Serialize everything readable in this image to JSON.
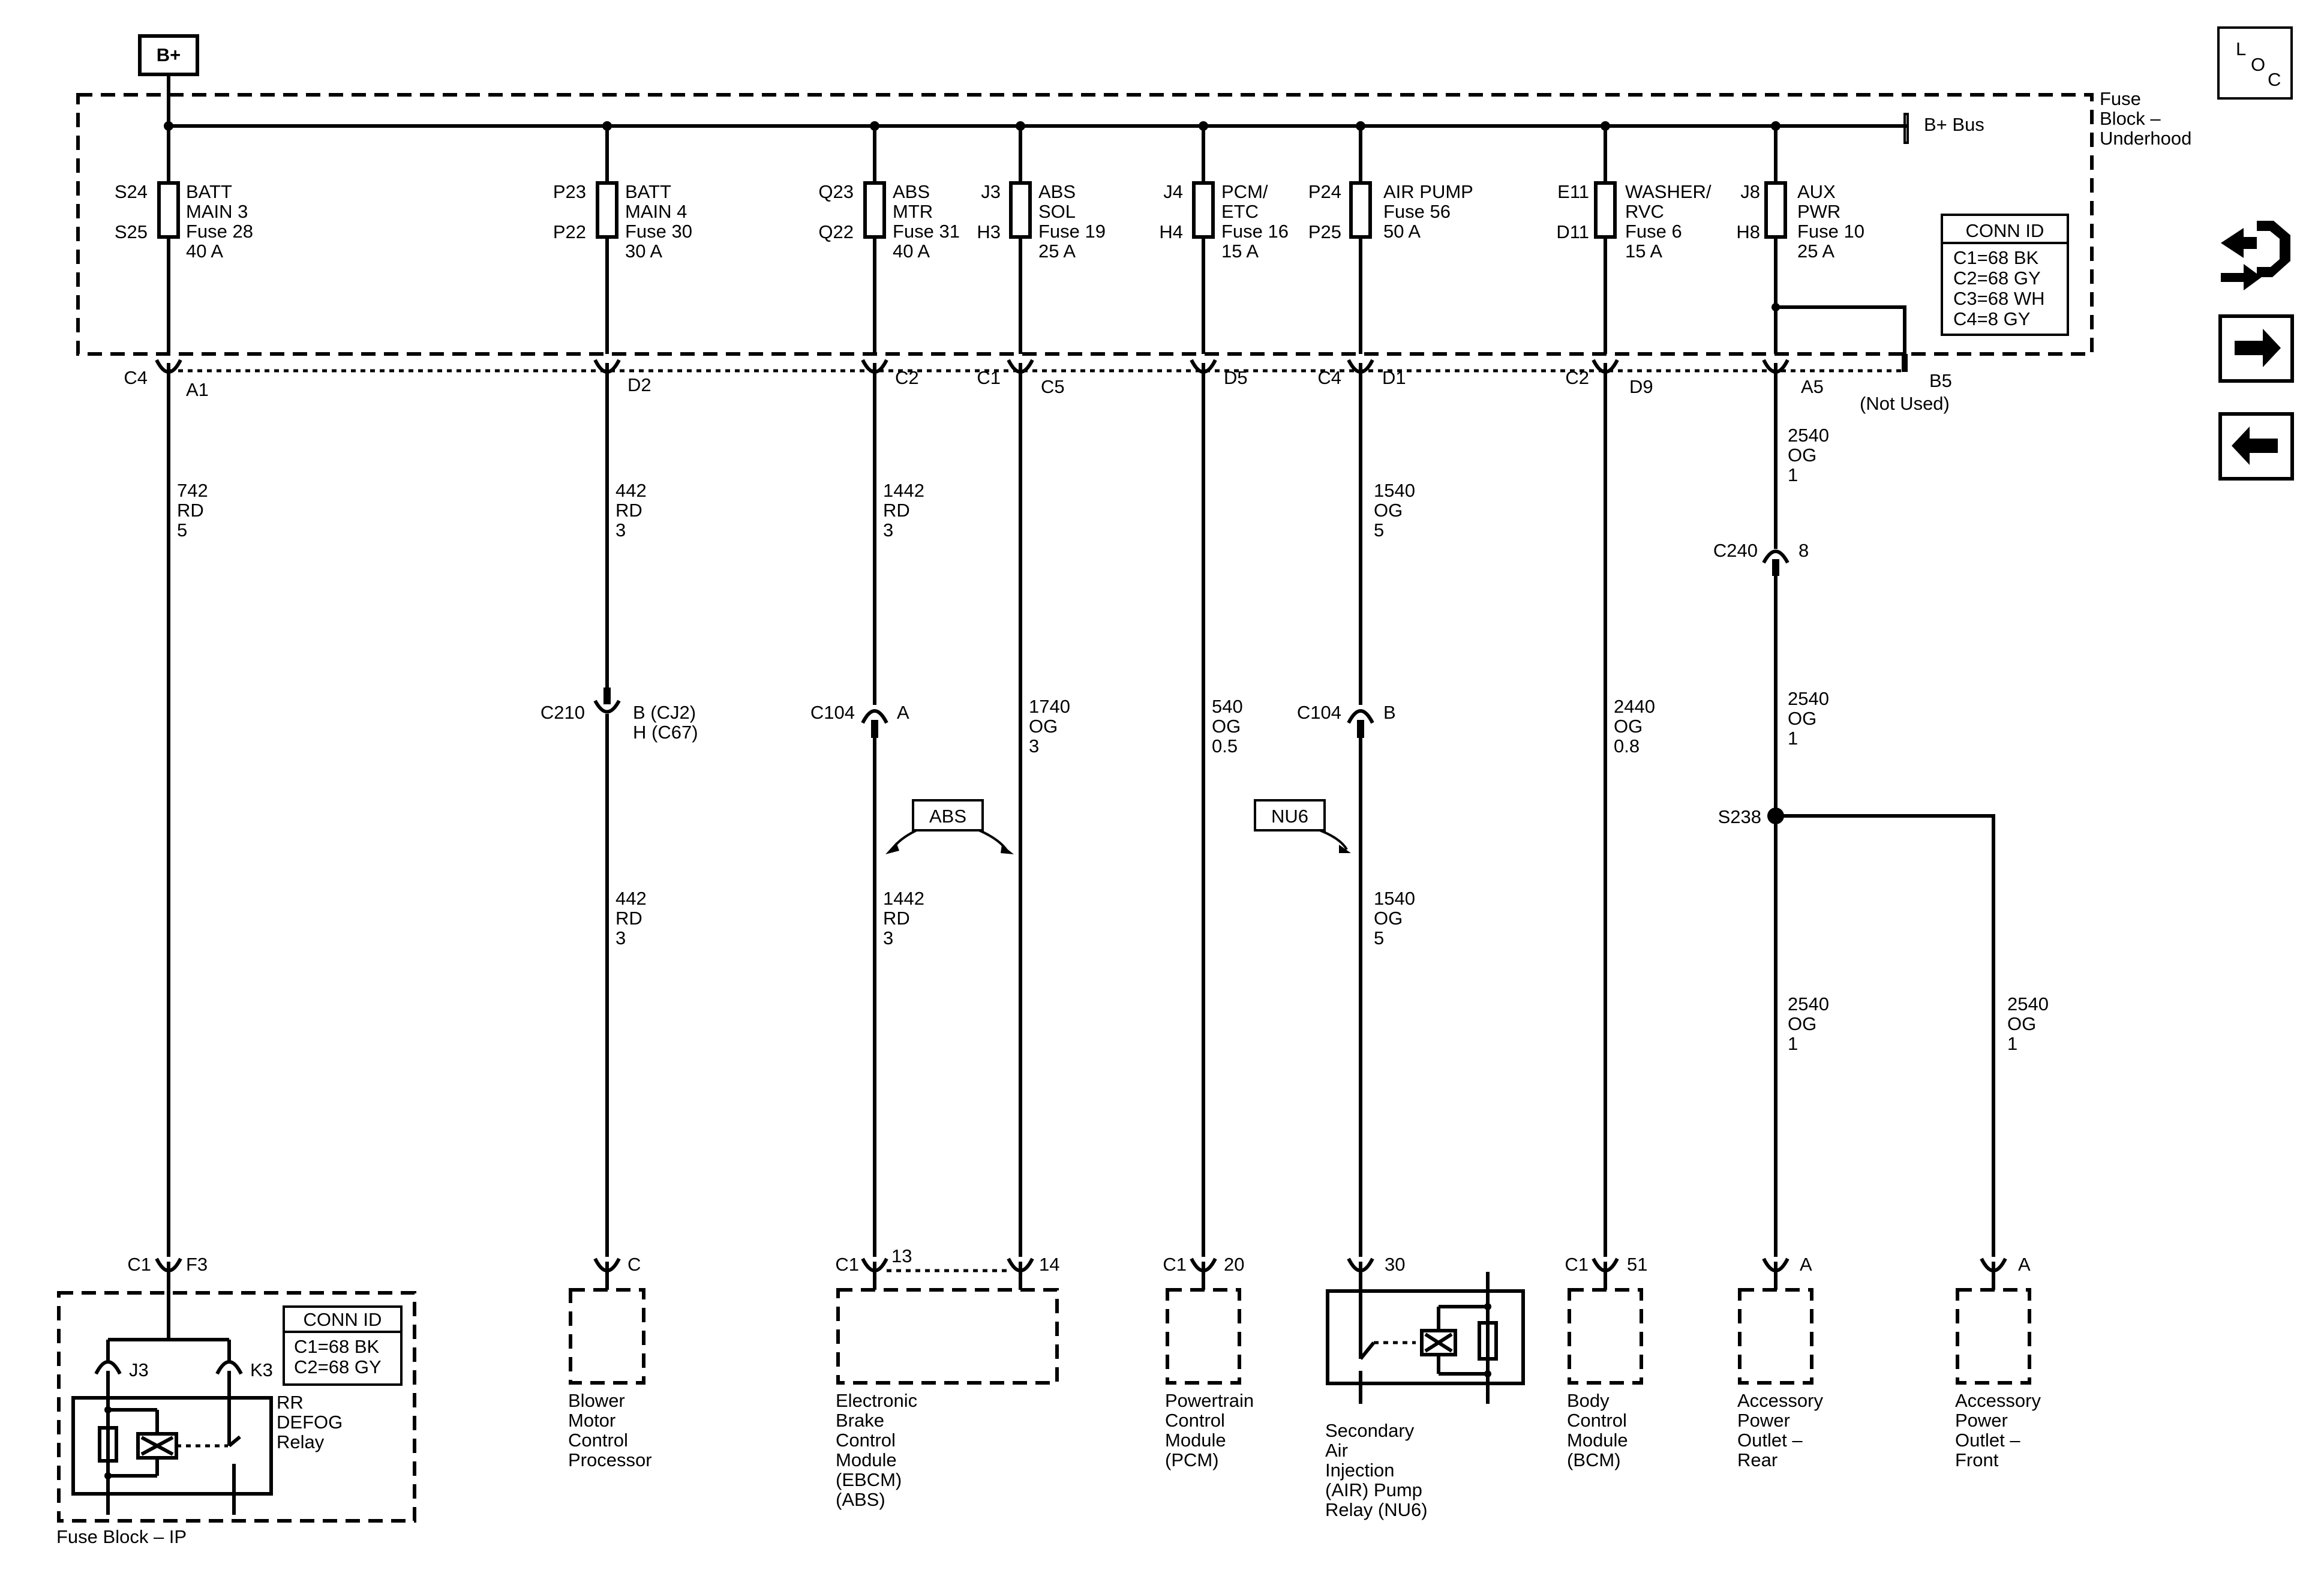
{
  "header": {
    "bplus": "B+"
  },
  "nav": {
    "loc_l": "L",
    "loc_o": "O",
    "loc_c": "C"
  },
  "fuse_block": {
    "line1": "Fuse",
    "line2": "Block –",
    "line3": "Underhood",
    "bus_label": "B+ Bus",
    "conn_id": {
      "title": "CONN ID",
      "rows": [
        "C1=68 BK",
        "C2=68 GY",
        "C3=68 WH",
        "C4=8 GY"
      ]
    }
  },
  "fuses": [
    {
      "pin_top": "S24",
      "pin_bot": "S25",
      "l1": "BATT",
      "l2": "MAIN 3",
      "l3": "Fuse 28",
      "l4": "40 A",
      "conn": "C4",
      "pin": "A1"
    },
    {
      "pin_top": "P23",
      "pin_bot": "P22",
      "l1": "BATT",
      "l2": "MAIN 4",
      "l3": "Fuse 30",
      "l4": "30 A",
      "conn": "",
      "pin": "D2"
    },
    {
      "pin_top": "Q23",
      "pin_bot": "Q22",
      "l1": "ABS",
      "l2": "MTR",
      "l3": "Fuse 31",
      "l4": "40 A",
      "conn": "",
      "pin": "C2"
    },
    {
      "pin_top": "J3",
      "pin_bot": "H3",
      "l1": "ABS",
      "l2": "SOL",
      "l3": "Fuse 19",
      "l4": "25 A",
      "conn": "C1",
      "pin": "C5"
    },
    {
      "pin_top": "J4",
      "pin_bot": "H4",
      "l1": "PCM/",
      "l2": "ETC",
      "l3": "Fuse 16",
      "l4": "15 A",
      "conn": "",
      "pin": "D5"
    },
    {
      "pin_top": "P24",
      "pin_bot": "P25",
      "l1": "AIR PUMP",
      "l2": "Fuse 56",
      "l3": "50 A",
      "l4": "",
      "conn": "C4",
      "pin": "D1"
    },
    {
      "pin_top": "E11",
      "pin_bot": "D11",
      "l1": "WASHER/",
      "l2": "RVC",
      "l3": "Fuse 6",
      "l4": "15 A",
      "conn": "C2",
      "pin": "D9"
    },
    {
      "pin_top": "J8",
      "pin_bot": "H8",
      "l1": "AUX",
      "l2": "PWR",
      "l3": "Fuse 10",
      "l4": "25 A",
      "conn": "",
      "pin": "A5"
    }
  ],
  "b5": {
    "pin": "B5",
    "note": "(Not Used)"
  },
  "wires": {
    "w742": [
      "742",
      "RD",
      "5"
    ],
    "w442a": [
      "442",
      "RD",
      "3"
    ],
    "w442b": [
      "442",
      "RD",
      "3"
    ],
    "w1442a": [
      "1442",
      "RD",
      "3"
    ],
    "w1442b": [
      "1442",
      "RD",
      "3"
    ],
    "w1740": [
      "1740",
      "OG",
      "3"
    ],
    "w540": [
      "540",
      "OG",
      "0.5"
    ],
    "w1540a": [
      "1540",
      "OG",
      "5"
    ],
    "w1540b": [
      "1540",
      "OG",
      "5"
    ],
    "w2440": [
      "2440",
      "OG",
      "0.8"
    ],
    "w2540a": [
      "2540",
      "OG",
      "1"
    ],
    "w2540b": [
      "2540",
      "OG",
      "1"
    ],
    "w2540c": [
      "2540",
      "OG",
      "1"
    ],
    "w2540d": [
      "2540",
      "OG",
      "1"
    ]
  },
  "inline": {
    "c210": "C210",
    "c210_pin1": "B (CJ2)",
    "c210_pin2": "H (C67)",
    "c104a": "C104",
    "c104a_pin": "A",
    "c104b": "C104",
    "c104b_pin": "B",
    "c240": "C240",
    "c240_pin": "8",
    "s238": "S238",
    "abs_option": "ABS",
    "nu6_option": "NU6"
  },
  "components": {
    "rr_defog": {
      "c1": "C1",
      "f3": "F3",
      "j3": "J3",
      "k3": "K3",
      "conn_title": "CONN ID",
      "conn_rows": [
        "C1=68 BK",
        "C2=68 GY"
      ],
      "name": [
        "RR",
        "DEFOG",
        "Relay"
      ],
      "block": "Fuse Block – IP"
    },
    "blower": {
      "pin": "C",
      "name": [
        "Blower",
        "Motor",
        "Control",
        "Processor"
      ]
    },
    "ebcm": {
      "c1": "C1",
      "p13": "13",
      "p14": "14",
      "name": [
        "Electronic",
        "Brake",
        "Control",
        "Module",
        "(EBCM)",
        "(ABS)"
      ]
    },
    "pcm": {
      "c1": "C1",
      "pin": "20",
      "name": [
        "Powertrain",
        "Control",
        "Module",
        "(PCM)"
      ]
    },
    "air": {
      "pin": "30",
      "name": [
        "Secondary",
        "Air",
        "Injection",
        "(AIR) Pump",
        "Relay (NU6)"
      ]
    },
    "bcm": {
      "c1": "C1",
      "pin": "51",
      "name": [
        "Body",
        "Control",
        "Module",
        "(BCM)"
      ]
    },
    "aux_rear": {
      "pin": "A",
      "name": [
        "Accessory",
        "Power",
        "Outlet –",
        "Rear"
      ]
    },
    "aux_front": {
      "pin": "A",
      "name": [
        "Accessory",
        "Power",
        "Outlet –",
        "Front"
      ]
    }
  }
}
